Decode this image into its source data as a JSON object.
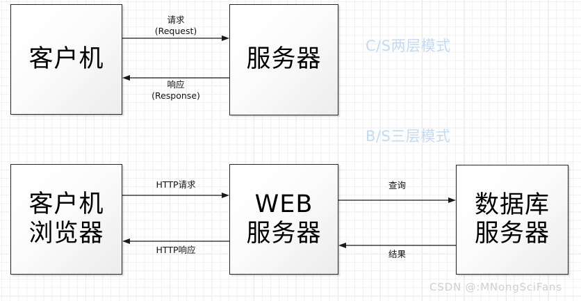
{
  "diagram": {
    "background": {
      "grid_minor_color": "#f0f0f0",
      "grid_major_color": "#d8d8d8",
      "paper_color": "#ffffff"
    },
    "node_style": {
      "border_color": "#262626",
      "fill_from": "#ffffff",
      "fill_to": "#ececed"
    },
    "nodes": [
      {
        "id": "client",
        "line1": "客户机",
        "line2": ""
      },
      {
        "id": "server",
        "line1": "服务器",
        "line2": ""
      },
      {
        "id": "client-browser",
        "line1": "客户机",
        "line2": "浏览器"
      },
      {
        "id": "web-server",
        "line1": "WEB",
        "line2": "服务器"
      },
      {
        "id": "db-server",
        "line1": "数据库",
        "line2": "服务器"
      }
    ],
    "edges": [
      {
        "id": "request",
        "label_line1": "请求",
        "label_line2": "(Request)",
        "direction": "right"
      },
      {
        "id": "response",
        "label_line1": "响应",
        "label_line2": "(Response)",
        "direction": "left"
      },
      {
        "id": "http-request",
        "label_line1": "HTTP请求",
        "label_line2": "",
        "direction": "right"
      },
      {
        "id": "http-response",
        "label_line1": "HTTP响应",
        "label_line2": "",
        "direction": "left"
      },
      {
        "id": "query",
        "label_line1": "查询",
        "label_line2": "",
        "direction": "right"
      },
      {
        "id": "result",
        "label_line1": "结果",
        "label_line2": "",
        "direction": "left"
      }
    ],
    "annotations": [
      {
        "id": "cs-mode",
        "text": "C/S两层模式",
        "color": "#c3dbf2"
      },
      {
        "id": "bs-mode",
        "text": "B/S三层模式",
        "color": "#c3dbf2"
      }
    ],
    "watermark": {
      "text": "CSDN @:MNongSciFans",
      "color": "#cfcfcf"
    }
  }
}
